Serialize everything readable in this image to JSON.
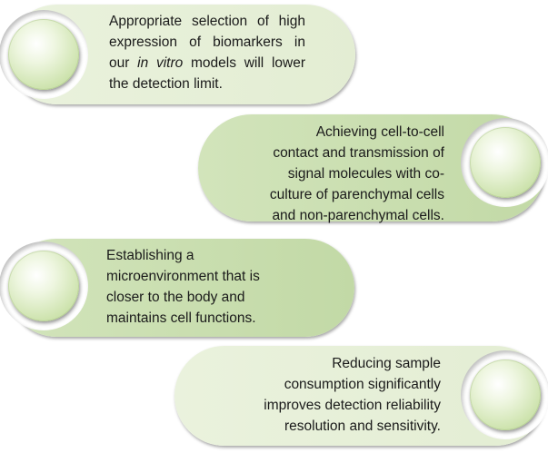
{
  "items": [
    {
      "lines": [
        [
          "Appropriate selection of high"
        ],
        [
          "expression of biomarkers in"
        ],
        [
          "our ",
          {
            "italic": "in vitro"
          },
          " models will lower"
        ],
        [
          "the detection limit."
        ]
      ]
    },
    {
      "lines": [
        [
          "Achieving cell-to-cell"
        ],
        [
          "contact and transmission of"
        ],
        [
          "signal molecules with co-"
        ],
        [
          "culture of parenchymal cells"
        ],
        [
          "and non-parenchymal cells."
        ]
      ]
    },
    {
      "lines": [
        [
          "Establishing a"
        ],
        [
          "microenvironment that is"
        ],
        [
          "closer to the body and"
        ],
        [
          "maintains cell functions."
        ]
      ]
    },
    {
      "lines": [
        [
          "Reducing sample"
        ],
        [
          "consumption significantly"
        ],
        [
          "improves detection reliability"
        ],
        [
          "resolution and sensitivity."
        ]
      ]
    }
  ],
  "colors": {
    "pill_light": "#e6efd8",
    "pill_mid": "#c9deb0",
    "circle": "#cfe4b0"
  }
}
